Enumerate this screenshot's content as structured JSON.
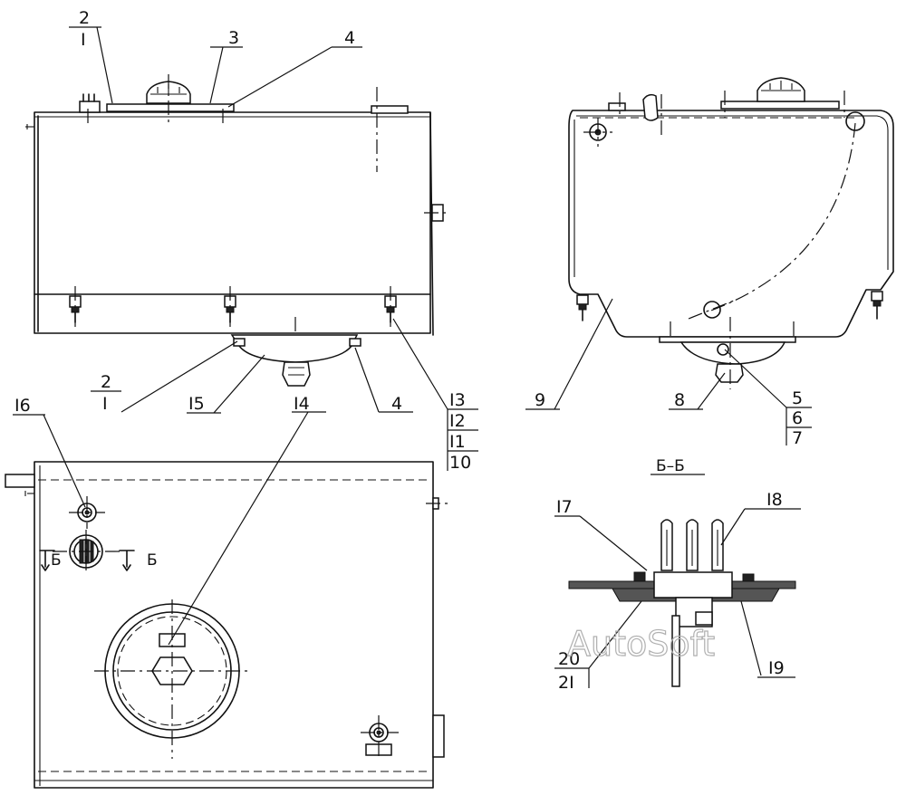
{
  "callouts": {
    "c2a": "2",
    "c1a": "I",
    "c3": "3",
    "c4a": "4",
    "c2b": "2",
    "c1b": "I",
    "c15": "I5",
    "c14": "I4",
    "c4b": "4",
    "c13": "I3",
    "c12": "I2",
    "c11": "I1",
    "c10": "10",
    "c9": "9",
    "c8": "8",
    "c5": "5",
    "c6": "6",
    "c7": "7",
    "c16": "I6",
    "c17": "I7",
    "c18": "I8",
    "c19": "I9",
    "c20": "20",
    "c21": "2I"
  },
  "section_marks": {
    "title": "Б–Б",
    "left": "Б",
    "right": "Б"
  },
  "watermark": "AutoSoft"
}
